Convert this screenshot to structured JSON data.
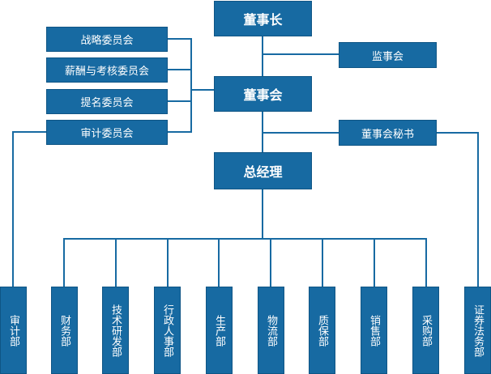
{
  "top": {
    "chairman": "董事长",
    "board": "董事会",
    "gm": "总经理",
    "supervisors": "监事会",
    "secretary": "董事会秘书"
  },
  "committees": [
    "战略委员会",
    "薪酬与考核委员会",
    "提名委员会",
    "审计委员会"
  ],
  "departments": [
    "审计部",
    "财务部",
    "技术研发部",
    "行政人事部",
    "生产部",
    "物流部",
    "质保部",
    "销售部",
    "采购部",
    "证券法务部"
  ],
  "colors": {
    "box_fill": "#176AA2",
    "connector": "#176AA2",
    "text": "#ffffff"
  }
}
